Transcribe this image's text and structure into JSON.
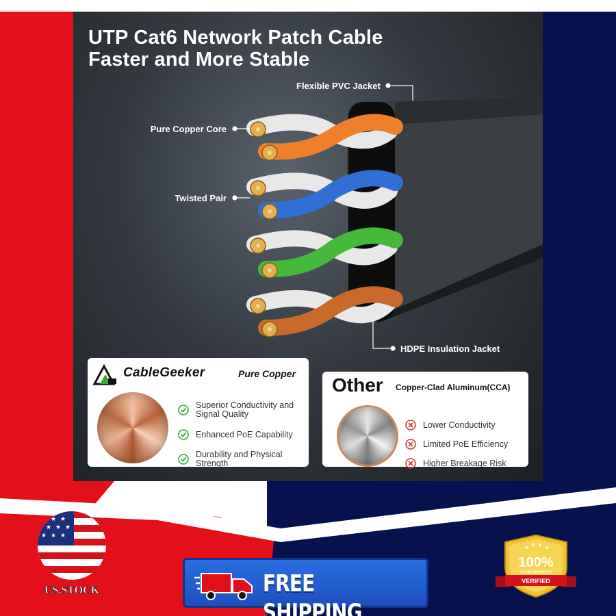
{
  "product": {
    "title_line1": "UTP Cat6 Network Patch Cable",
    "title_line2": "Faster and More Stable",
    "callouts": {
      "jacket": "Flexible PVC Jacket",
      "core": "Pure Copper Core",
      "twisted": "Twisted Pair",
      "insulation": "HDPE Insulation Jacket"
    },
    "wire_colors": [
      "#f07f2c",
      "#2f6fd6",
      "#46b83a",
      "#c86a2a"
    ]
  },
  "brand_card": {
    "brand": "CableGeeker",
    "tag": "Pure Copper",
    "features": [
      {
        "line1": "Superior Conductivity and",
        "line2": "Signal Quality"
      },
      {
        "line1": "Enhanced PoE Capability",
        "line2": ""
      },
      {
        "line1": "Durability and Physical",
        "line2": "Strength"
      }
    ],
    "accent": "#3aa535"
  },
  "other_card": {
    "heading": "Other",
    "tag": "Copper-Clad Aluminum(CCA)",
    "features": [
      "Lower Conductivity",
      "Limited PoE Efficiency",
      "Higher Breakage Risk"
    ],
    "accent": "#d23a3a"
  },
  "badges": {
    "stock_label": "US.STOCK",
    "shipping_label": "FREE SHIPPING",
    "verified_percent": "100%",
    "verified_sub": "GUARANTEED",
    "verified_ribbon": "VERIFIED"
  },
  "icons": {
    "check": "check-circle-icon",
    "cross": "x-circle-icon",
    "truck": "delivery-truck-icon",
    "flag": "us-flag-icon"
  }
}
